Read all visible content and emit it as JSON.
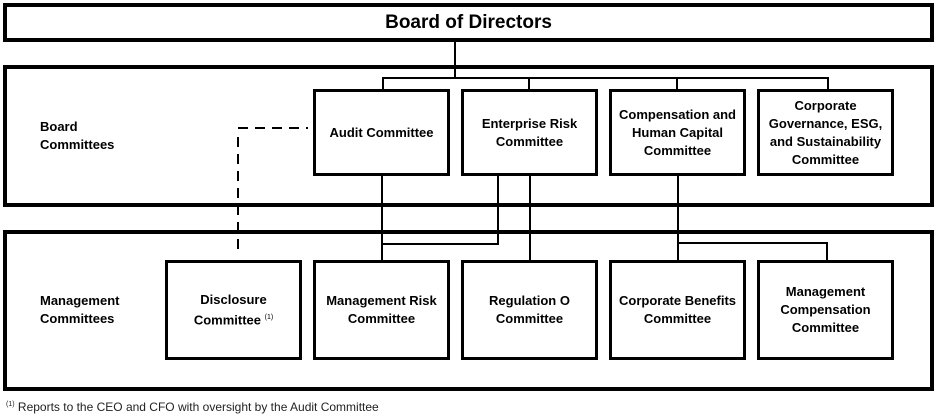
{
  "board": {
    "title": "Board of Directors"
  },
  "board_committees": {
    "label_line1": "Board",
    "label_line2": "Committees",
    "items": [
      {
        "label": "Audit Committee"
      },
      {
        "label": "Enterprise Risk Committee"
      },
      {
        "label": "Compensation and Human Capital Committee"
      },
      {
        "label": "Corporate Governance, ESG, and Sustainability Committee"
      }
    ]
  },
  "management_committees": {
    "label_line1": "Management",
    "label_line2": "Committees",
    "items": [
      {
        "label": "Disclosure Committee",
        "footnote_marker": "(1)"
      },
      {
        "label": "Management Risk Committee"
      },
      {
        "label": "Regulation O Committee"
      },
      {
        "label": "Corporate Benefits Committee"
      },
      {
        "label": "Management Compensation Committee"
      }
    ]
  },
  "connections": [
    {
      "from": "Board of Directors",
      "to": "Audit Committee",
      "style": "solid"
    },
    {
      "from": "Board of Directors",
      "to": "Enterprise Risk Committee",
      "style": "solid"
    },
    {
      "from": "Board of Directors",
      "to": "Compensation and Human Capital Committee",
      "style": "solid"
    },
    {
      "from": "Board of Directors",
      "to": "Corporate Governance, ESG, and Sustainability Committee",
      "style": "solid"
    },
    {
      "from": "Audit Committee",
      "to": "Disclosure Committee",
      "style": "dashed"
    },
    {
      "from": "Audit Committee",
      "to": "Management Risk Committee",
      "style": "solid"
    },
    {
      "from": "Enterprise Risk Committee",
      "to": "Management Risk Committee",
      "style": "solid"
    },
    {
      "from": "Enterprise Risk Committee",
      "to": "Regulation O Committee",
      "style": "solid"
    },
    {
      "from": "Compensation and Human Capital Committee",
      "to": "Corporate Benefits Committee",
      "style": "solid"
    },
    {
      "from": "Compensation and Human Capital Committee",
      "to": "Management Compensation Committee",
      "style": "solid"
    }
  ],
  "footnote": {
    "marker": "(1)",
    "text": "Reports to the CEO and CFO with oversight by the Audit Committee"
  }
}
